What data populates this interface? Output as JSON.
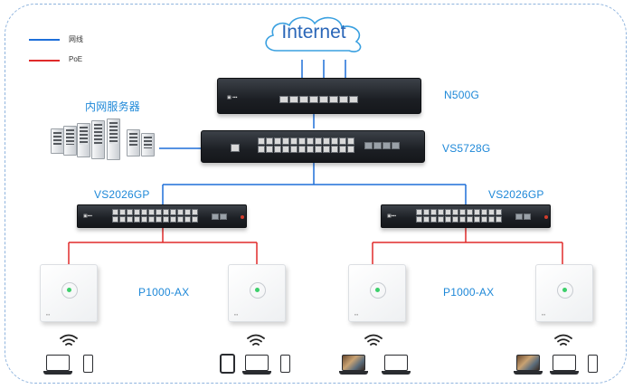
{
  "legend": [
    {
      "label": "网线",
      "color": "#1e6fd9"
    },
    {
      "label": "PoE",
      "color": "#e02a2a"
    }
  ],
  "nodes": {
    "internet": "Internet",
    "router": "N500G",
    "core_switch": "VS5728G",
    "server_group": "内网服务器",
    "poe_switch_left": "VS2026GP",
    "poe_switch_right": "VS2026GP",
    "ap_group_left": "P1000-AX",
    "ap_group_right": "P1000-AX"
  },
  "colors": {
    "lan": "#1e6fd9",
    "poe": "#e02a2a",
    "label": "#1e88d8",
    "frame": "#8fb4de"
  }
}
